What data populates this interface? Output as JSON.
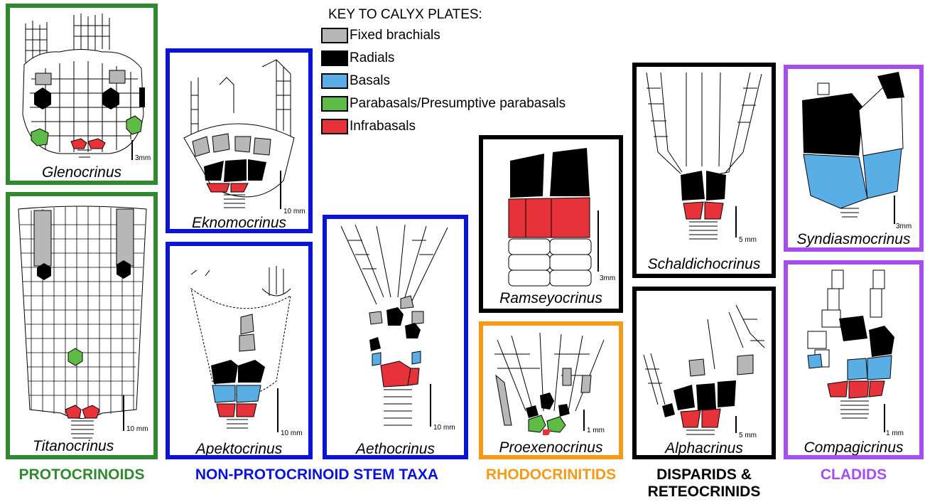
{
  "key": {
    "title": "KEY TO CALYX PLATES:",
    "items": [
      {
        "label": "Fixed brachials",
        "color": "#b7b7b7"
      },
      {
        "label": "Radials",
        "color": "#000000"
      },
      {
        "label": "Basals",
        "color": "#5aaee6"
      },
      {
        "label": "Parabasals/Presumptive parabasals",
        "color": "#5dbb46"
      },
      {
        "label": "Infrabasals",
        "color": "#e8323a"
      }
    ]
  },
  "colors": {
    "protocrinoids": "#2f8a2f",
    "stem": "#0a14d8",
    "rhodocrinitids": "#f39a16",
    "disparids": "#000000",
    "cladids": "#a64df0"
  },
  "panels": {
    "glenocrinus": {
      "name": "Glenocrinus",
      "scale": "3mm"
    },
    "titanocrinus": {
      "name": "Titanocrinus",
      "scale": "10 mm"
    },
    "eknomocrinus": {
      "name": "Eknomocrinus",
      "scale": "10 mm"
    },
    "apektocrinus": {
      "name": "Apektocrinus",
      "scale": "10 mm"
    },
    "aethocrinus": {
      "name": "Aethocrinus",
      "scale": "10 mm"
    },
    "ramseyocrinus": {
      "name": "Ramseyocrinus",
      "scale": "3mm"
    },
    "proexenocrinus": {
      "name": "Proexenocrinus",
      "scale": "1 mm"
    },
    "schaldichocrinus": {
      "name": "Schaldichocrinus",
      "scale": "5 mm"
    },
    "alphacrinus": {
      "name": "Alphacrinus",
      "scale": "5 mm"
    },
    "syndiasmocrinus": {
      "name": "Syndiasmocrinus",
      "scale": "3mm"
    },
    "compagicrinus": {
      "name": "Compagicrinus",
      "scale": "1 mm"
    }
  },
  "groups": {
    "protocrinoids": "PROTOCRINOIDS",
    "stem": "NON-PROTOCRINOID STEM TAXA",
    "rhodocrinitids": "RHODOCRINITIDS",
    "disparids_line1": "DISPARIDS &",
    "disparids_line2": "RETEOCRINIDS",
    "cladids": "CLADIDS"
  }
}
